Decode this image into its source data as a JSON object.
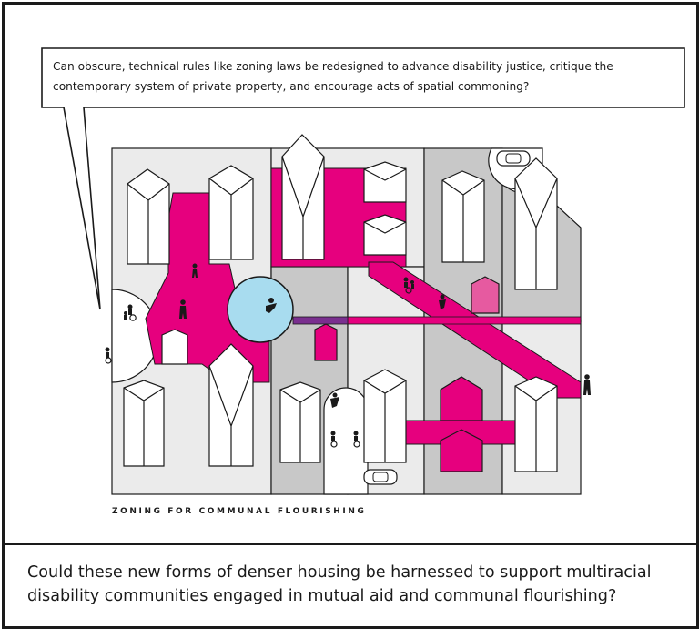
{
  "speech_bubble": {
    "text": "Can obscure, technical rules like zoning laws be redesigned to advance disability justice, critique the contemporary system of private property, and encourage acts of spatial commoning?"
  },
  "map": {
    "label": "ZONING FOR COMMUNAL FLOURISHING"
  },
  "caption": {
    "text": "Could these new forms of denser housing be harnessed to support multiracial disability communities engaged in mutual aid and communal flourishing?"
  },
  "colors": {
    "common_space": "#e6007e",
    "pool": "#a8dcef",
    "lot_light": "#ebebeb",
    "lot_gray": "#c8c8c8",
    "path_purple": "#7a2f8f",
    "outline": "#1a1a1a"
  },
  "icons": [
    "car-icon",
    "wheelchair-user-icon",
    "walking-person-icon",
    "swimmer-icon",
    "dancer-icon"
  ]
}
